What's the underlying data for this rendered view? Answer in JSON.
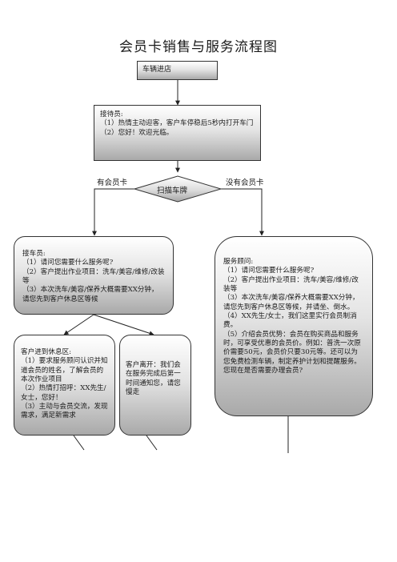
{
  "title": "会员卡销售与服务流程图",
  "nodes": {
    "vehicle_arrival": "车辆进店",
    "receptionist": {
      "heading": "接待员:",
      "lines": [
        "（1）热情主动迎客，客户车停稳后5秒内打开车门",
        "（2）您好！欢迎光临。"
      ]
    },
    "decision": "扫描车牌",
    "branch_yes": "有会员卡",
    "branch_no": "没有会员卡",
    "vehicle_receiver": {
      "heading": "接车员:",
      "lines": [
        "（1）请问您需要什么服务呢?",
        "（2）客户提出作业项目：洗车/美容/维修/改装等",
        "（3）本次洗车/美容/保养大概需要XX分钟，请您先到客户休息区等候"
      ]
    },
    "service_consultant": {
      "heading": "服务顾问:",
      "lines": [
        "（1）请问您需要什么服务呢?",
        "（2）客户提出作业项目：洗车/美容/维修/改装等",
        "（3）本次洗车/美容/保养大概需要XX分钟，请您先到客户休息区等候，并请坐、倒水。",
        "（4）XX先生/女士，我们这里实行会员制消费。",
        "（5）介绍会员优势：会员在购买商品和服务时，可享受优惠的会员价。例如：普洗一次原价需要50元，会员价只要30元等。还可以为您免费检测车辆，制定养护计划和提醒服务。您现在是否需要办理会员?"
      ]
    },
    "lounge": {
      "heading": "客户进到休息区:",
      "lines": [
        "（1）要求服务顾问认识并知道会员的姓名，了解会员的本次作业项目",
        "（2）热情打招呼：XX先生/女士，您好！",
        "（3）主动与会员交流，发现需求，满足新需求"
      ]
    },
    "customer_leaves": "客户离开：我们会在服务完成后第一时间通知您，请您慢走"
  }
}
